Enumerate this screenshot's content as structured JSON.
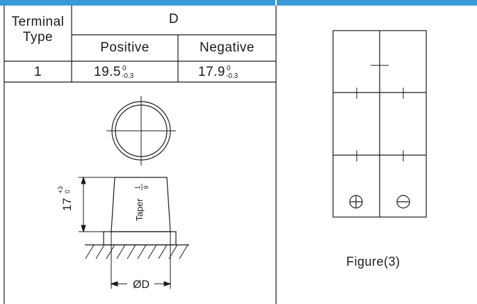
{
  "colors": {
    "header_band": "#3a9ad9",
    "line": "#1a1a1a",
    "background": "#ffffff"
  },
  "table": {
    "terminal_type_header_line1": "Terminal",
    "terminal_type_header_line2": "Type",
    "d_header": "D",
    "positive_header": "Positive",
    "negative_header": "Negative",
    "row": {
      "type": "1",
      "positive_value": "19.5",
      "positive_upper_tol": "0",
      "positive_lower_tol": "-0.3",
      "negative_value": "17.9",
      "negative_upper_tol": "0",
      "negative_lower_tol": "-0.3"
    }
  },
  "terminal_drawing": {
    "height_value": "17",
    "height_upper_tol": "+3",
    "height_lower_tol": "0",
    "taper_label": "Taper",
    "taper_numerator": "1",
    "taper_denominator": "9",
    "diameter_label": "ØD"
  },
  "figure": {
    "caption": "Figure(3)",
    "positive_symbol": "plus-in-circle",
    "negative_symbol": "minus-in-circle"
  }
}
